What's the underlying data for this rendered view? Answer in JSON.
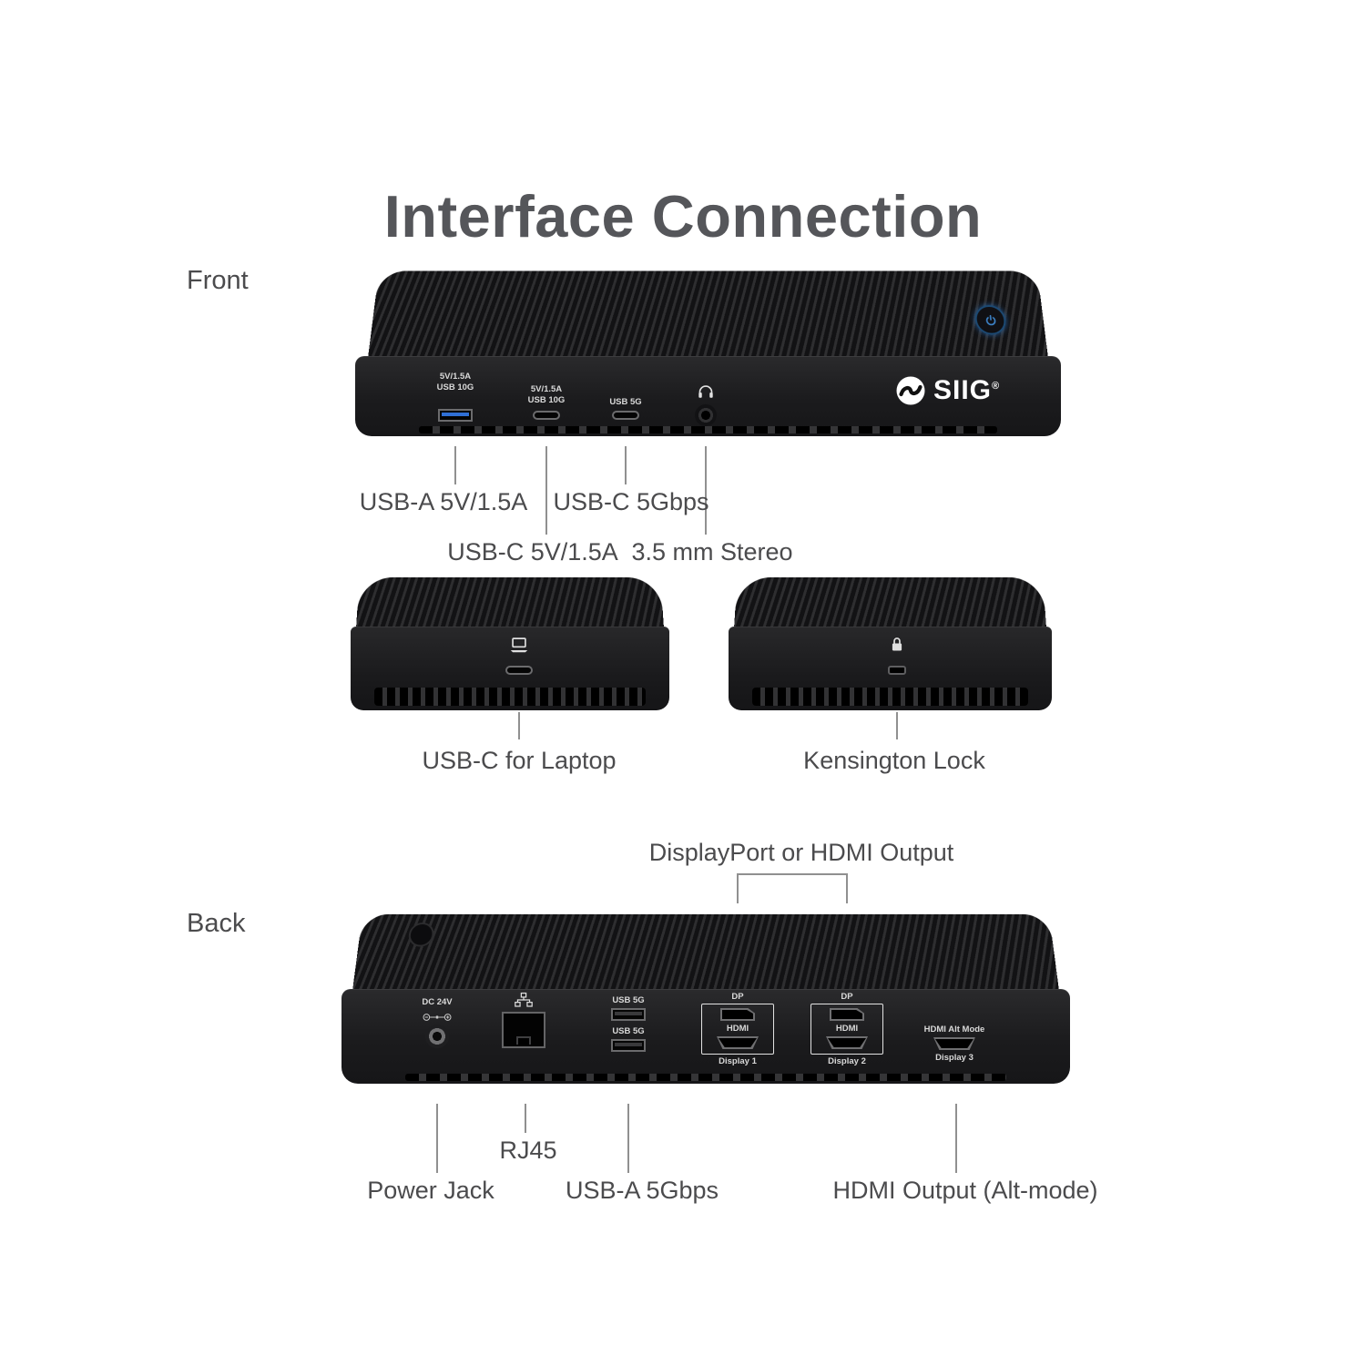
{
  "title": "Interface Connection",
  "front": {
    "section_label": "Front",
    "ports": {
      "usba_line1": "5V/1.5A",
      "usba_line2": "USB 10G",
      "usbc1_line1": "5V/1.5A",
      "usbc1_line2": "USB 10G",
      "usbc2": "USB 5G"
    },
    "logo_text": "SIIG",
    "logo_reg": "®",
    "callout_usba": "USB-A 5V/1.5A",
    "callout_usbc_5g": "USB-C 5Gbps",
    "callout_usbc_15a": "USB-C 5V/1.5A",
    "callout_stereo": "3.5 mm Stereo"
  },
  "middle": {
    "callout_laptop": "USB-C for Laptop",
    "callout_kensington": "Kensington Lock"
  },
  "back": {
    "section_label": "Back",
    "display_output_callout": "DisplayPort or HDMI Output",
    "ports": {
      "dc": "DC 24V",
      "usb_top": "USB 5G",
      "usb_bottom": "USB 5G",
      "dp1": "DP",
      "hdmi1": "HDMI",
      "display1": "Display 1",
      "dp2": "DP",
      "hdmi2": "HDMI",
      "display2": "Display 2",
      "hdmi_alt": "HDMI Alt Mode",
      "display3": "Display 3"
    },
    "callout_power": "Power Jack",
    "callout_rj45": "RJ45",
    "callout_usba": "USB-A 5Gbps",
    "callout_hdmi_alt": "HDMI Output (Alt-mode)"
  },
  "colors": {
    "accent_blue": "#2f6fd6",
    "device_black": "#1b1b1d",
    "label_gray": "#4b4b4d",
    "line_gray": "#909090"
  }
}
